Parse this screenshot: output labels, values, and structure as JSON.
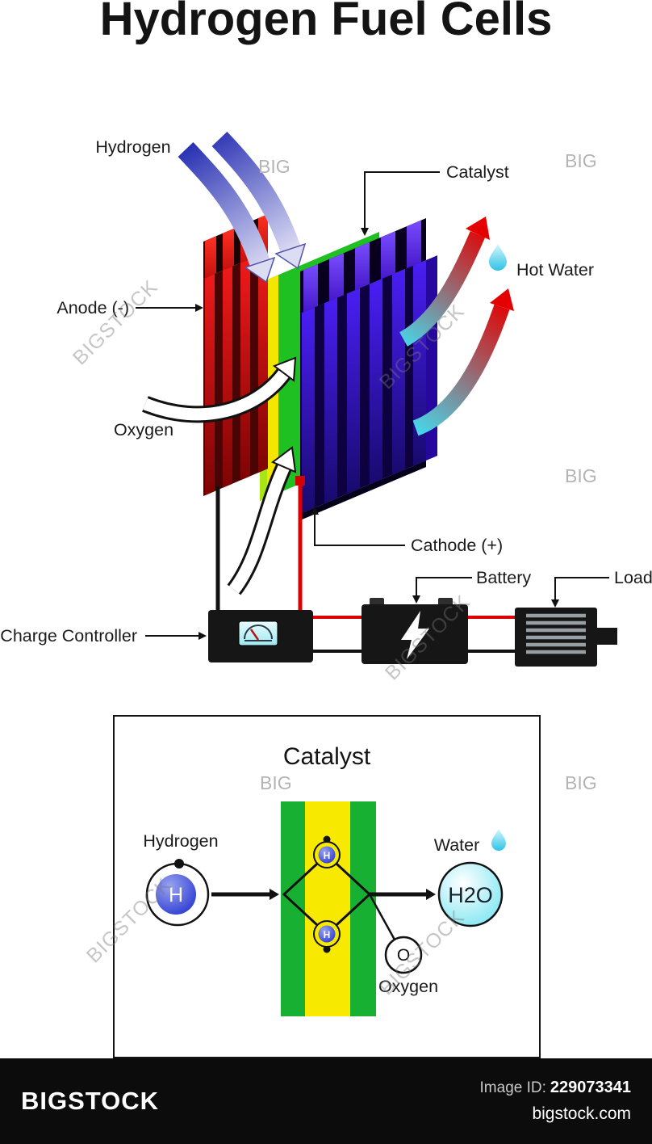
{
  "title": "Hydrogen Fuel Cells",
  "diagram": {
    "labels": {
      "hydrogen": "Hydrogen",
      "catalyst": "Catalyst",
      "anode": "Anode (-)",
      "oxygen": "Oxygen",
      "hot_water": "Hot Water",
      "cathode": "Cathode (+)",
      "charge_controller": "Charge Controller",
      "battery": "Battery",
      "load": "Load"
    }
  },
  "inset": {
    "title": "Catalyst",
    "labels": {
      "hydrogen": "Hydrogen",
      "h": "H",
      "water": "Water",
      "h2o": "H2O",
      "o": "O",
      "oxygen": "Oxygen"
    }
  },
  "watermark": {
    "big": "BIG",
    "bigstock": "BIGSTOCK"
  },
  "footer": {
    "brand": "BIGSTOCK",
    "image_id_label": "Image ID:",
    "image_id": "229073341",
    "site": "bigstock.com"
  },
  "colors": {
    "anode_red": "#cf1010",
    "cathode_blue": "#3d14e8",
    "membrane_green": "#1fc122",
    "membrane_yellow": "#f3e600",
    "wire_red": "#dd0000",
    "hot_water_red": "#e40000",
    "water_cyan": "#59d7ef"
  }
}
